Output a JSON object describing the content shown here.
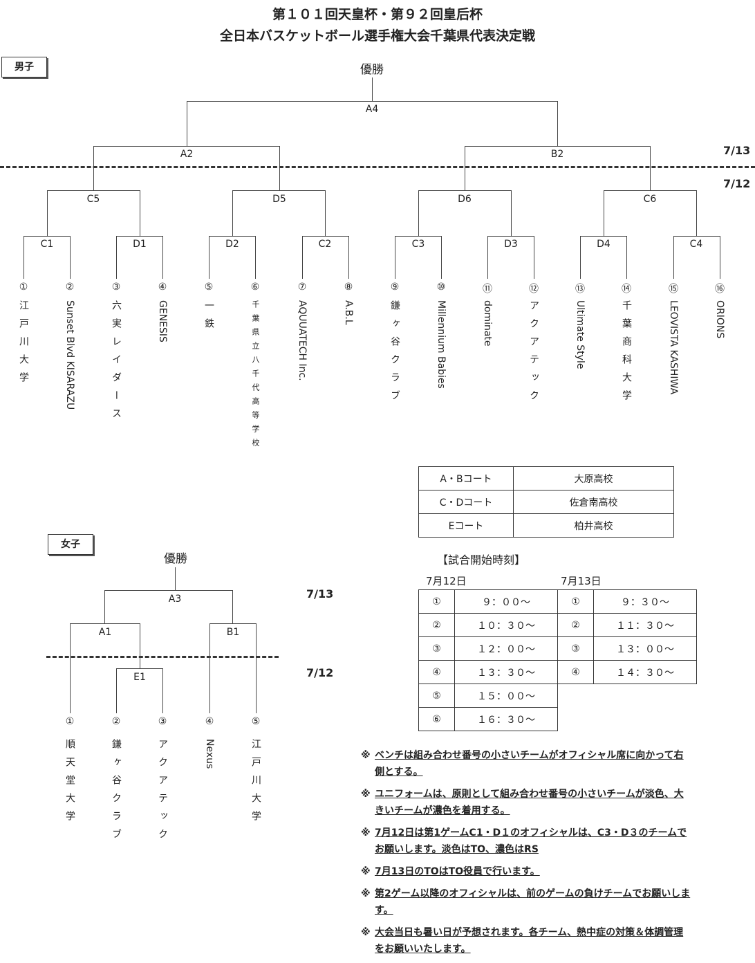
{
  "title": {
    "line1": "第１０１回天皇杯・第９２回皇后杯",
    "line2": "全日本バスケットボール選手権大会千葉県代表決定戦"
  },
  "men": {
    "label": "男子",
    "champion": "優勝",
    "final": "A4",
    "semis": [
      "A2",
      "B2"
    ],
    "quarters": [
      "C5",
      "D5",
      "D6",
      "C6"
    ],
    "first_round": [
      "C1",
      "D1",
      "D2",
      "C2",
      "C3",
      "D3",
      "D4",
      "C4"
    ],
    "date_upper": "7/13",
    "date_lower": "7/12",
    "teams": [
      {
        "seed": "①",
        "name": "江戸川大学"
      },
      {
        "seed": "②",
        "name": "Sunset Blvd KISARAZU"
      },
      {
        "seed": "③",
        "name": "六実レイダース"
      },
      {
        "seed": "④",
        "name": "GENESIS"
      },
      {
        "seed": "⑤",
        "name": "一鉄"
      },
      {
        "seed": "⑥",
        "name": "千葉県立八千代高等学校"
      },
      {
        "seed": "⑦",
        "name": "AQUUATECH Inc."
      },
      {
        "seed": "⑧",
        "name": "A.B.L"
      },
      {
        "seed": "⑨",
        "name": "鎌ヶ谷クラブ"
      },
      {
        "seed": "⑩",
        "name": "Millennium Babies"
      },
      {
        "seed": "⑪",
        "name": "dominate"
      },
      {
        "seed": "⑫",
        "name": "アクアテック"
      },
      {
        "seed": "⑬",
        "name": "Ultimate Style"
      },
      {
        "seed": "⑭",
        "name": "千葉商科大学"
      },
      {
        "seed": "⑮",
        "name": "LEOVISTA KASHIWA"
      },
      {
        "seed": "⑯",
        "name": "ORIONS"
      }
    ]
  },
  "women": {
    "label": "女子",
    "champion": "優勝",
    "final": "A3",
    "semis": [
      "A1",
      "B1"
    ],
    "first_round": [
      "E1"
    ],
    "date_upper": "7/13",
    "date_lower": "7/12",
    "teams": [
      {
        "seed": "①",
        "name": "順天堂大学"
      },
      {
        "seed": "②",
        "name": "鎌ヶ谷クラブ"
      },
      {
        "seed": "③",
        "name": "アクアテック"
      },
      {
        "seed": "④",
        "name": "Nexus"
      },
      {
        "seed": "⑤",
        "name": "江戸川大学"
      }
    ]
  },
  "courts": [
    {
      "court": "A・Bコート",
      "venue": "大原高校"
    },
    {
      "court": "C・Dコート",
      "venue": "佐倉南高校"
    },
    {
      "court": "Eコート",
      "venue": "柏井高校"
    }
  ],
  "schedule": {
    "heading": "【試合開始時刻】",
    "day1_label": "7月12日",
    "day2_label": "7月13日",
    "day1": [
      {
        "no": "①",
        "time": "９：００～"
      },
      {
        "no": "②",
        "time": "１０：３０～"
      },
      {
        "no": "③",
        "time": "１２：００～"
      },
      {
        "no": "④",
        "time": "１３：３０～"
      },
      {
        "no": "⑤",
        "time": "１５：００～"
      },
      {
        "no": "⑥",
        "time": "１６：３０～"
      }
    ],
    "day2": [
      {
        "no": "①",
        "time": "９：３０～"
      },
      {
        "no": "②",
        "time": "１１：３０～"
      },
      {
        "no": "③",
        "time": "１３：００～"
      },
      {
        "no": "④",
        "time": "１４：３０～"
      }
    ]
  },
  "notes": {
    "mark": "※",
    "items": [
      "ベンチは組み合わせ番号の小さいチームがオフィシャル席に向かって右側とする。",
      "ユニフォームは、原則として組み合わせ番号の小さいチームが淡色、大きいチームが濃色を着用する。",
      "7月12日は第1ゲームC1・D１のオフィシャルは、C3・D３のチームでお願いします。淡色はTO、濃色はRS",
      "7月13日のTOはTO役員で行います。",
      "第2ゲーム以降のオフィシャルは、前のゲームの負けチームでお願いします。",
      "大会当日も暑い日が予想されます。各チーム、熱中症の対策＆体調管理をお願いいたします。"
    ]
  }
}
